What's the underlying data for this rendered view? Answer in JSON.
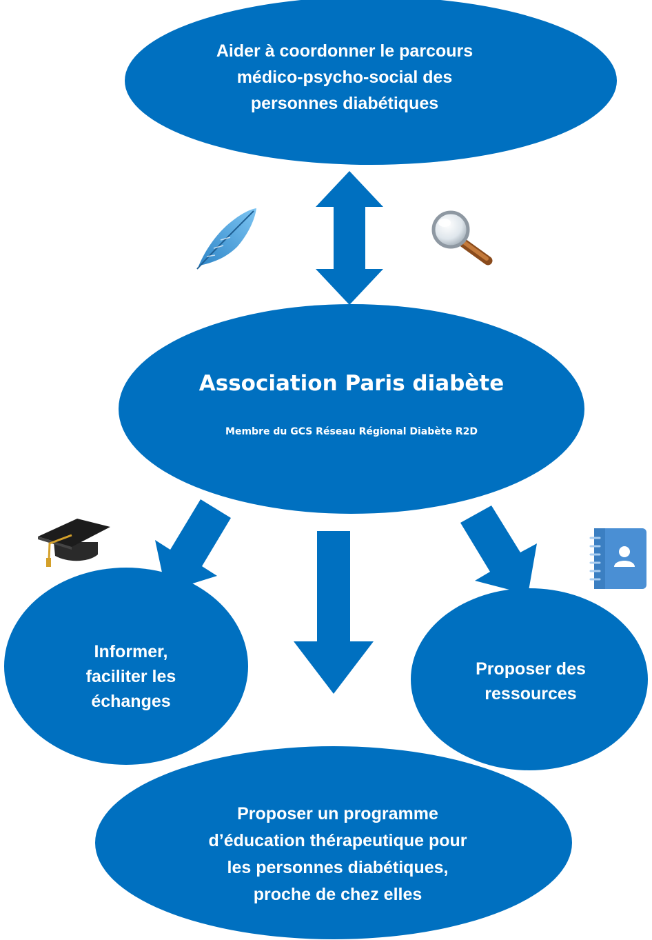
{
  "colors": {
    "oval_fill": "#0070c0",
    "arrow_fill": "#0070c0",
    "text": "#ffffff"
  },
  "nodes": {
    "top": {
      "lines": [
        "Aider à coordonner le parcours",
        "médico-psycho-social des",
        "personnes diabétiques"
      ]
    },
    "center": {
      "title": "Association Paris diabète",
      "subtitle": "Membre du GCS Réseau Régional Diabète R2D"
    },
    "left": {
      "lines": [
        "Informer,",
        "faciliter les",
        "échanges"
      ]
    },
    "right": {
      "lines": [
        "Proposer des",
        "ressources"
      ]
    },
    "bottom": {
      "lines": [
        "Proposer un programme",
        "d’éducation thérapeutique pour",
        "les personnes diabétiques,",
        "proche de chez elles"
      ]
    }
  },
  "icons": [
    "feather-icon",
    "magnifying-glass-icon",
    "graduation-cap-icon",
    "contact-book-icon"
  ]
}
